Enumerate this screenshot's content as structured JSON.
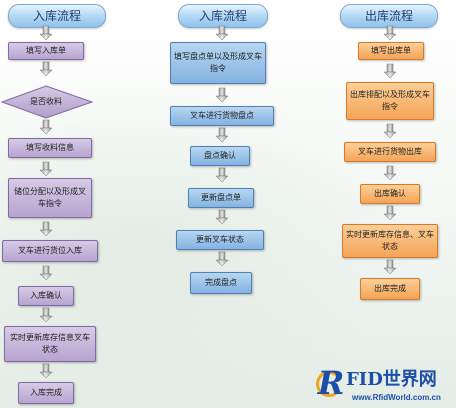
{
  "columns": [
    {
      "header": "入库流程",
      "steps": [
        "填写入库单",
        "是否收料",
        "填写收料信息",
        "储位分配以及形成叉车指令",
        "叉车进行货位入库",
        "入库确认",
        "实时更新库存信息叉车状态",
        "入库完成"
      ]
    },
    {
      "header": "入库流程",
      "steps": [
        "填写盘点单以及形成叉车指令",
        "叉车进行货物盘点",
        "盘点确认",
        "更新盘点单",
        "更新叉车状态",
        "完成盘点"
      ]
    },
    {
      "header": "出库流程",
      "steps": [
        "填写出库单",
        "出库排配以及形成叉车指令",
        "叉车进行货物出库",
        "出库确认",
        "实时更新库存信息、叉车状态",
        "出库完成"
      ]
    }
  ],
  "logo": {
    "mark": "R",
    "name": "FID世界网",
    "url": "www.RfidWorld.com.cn"
  }
}
